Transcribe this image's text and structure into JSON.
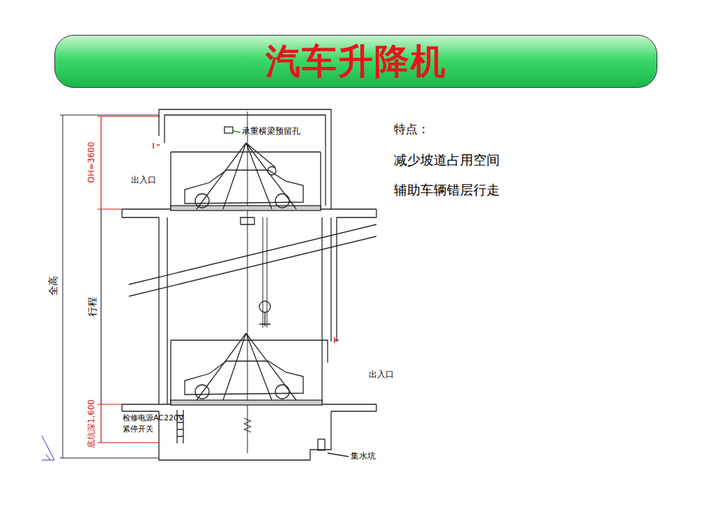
{
  "diagram": {
    "title": "汽车升降机",
    "labels": [
      "特点：",
      "减少坡道占用空间",
      "辅助车辆错层行走",
      "承重横梁预留孔",
      "出入口",
      "OH=3600",
      "全高",
      "行程",
      "出入口",
      "底坑深1,600",
      "检修电源AC220V",
      "紧停开关",
      "集水坑"
    ]
  }
}
